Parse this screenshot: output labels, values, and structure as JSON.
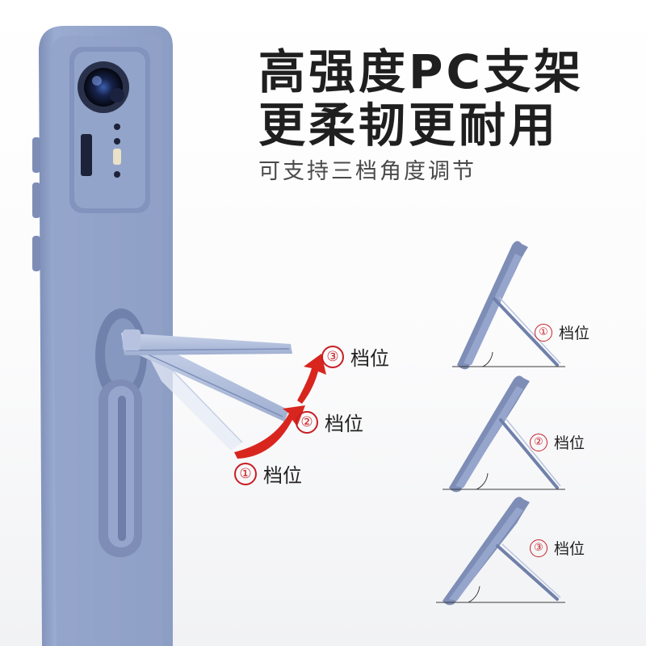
{
  "headline": {
    "line1": "高强度PC支架",
    "line2": "更柔韧更耐用",
    "subtitle": "可支持三档角度调节"
  },
  "main_labels": [
    {
      "num": "③",
      "text": "档位"
    },
    {
      "num": "②",
      "text": "档位"
    },
    {
      "num": "①",
      "text": "档位"
    }
  ],
  "side_labels": [
    {
      "num": "①",
      "text": "档位"
    },
    {
      "num": "②",
      "text": "档位"
    },
    {
      "num": "③",
      "text": "档位"
    }
  ],
  "colors": {
    "case": "#8fa0c6",
    "case_dark": "#6f80aa",
    "accent_red": "#d8261f",
    "text_dark": "#1f1f1f"
  }
}
